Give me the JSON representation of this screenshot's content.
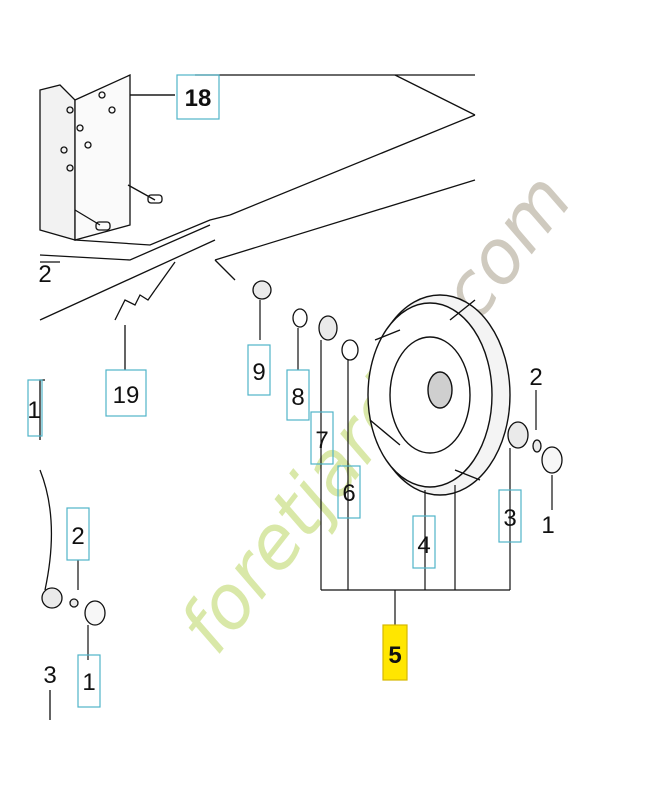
{
  "watermark": {
    "text_primary": "foretjardin",
    "text_suffix": ".com",
    "color_primary": "#d9e8a8",
    "color_accent": "#f3c9a0",
    "color_suffix": "#cfcabf"
  },
  "labels": {
    "p18": "18",
    "p2_left": "2",
    "p19": "19",
    "p9": "9",
    "p8": "8",
    "p7": "7",
    "p6": "6",
    "p4": "4",
    "p2_right": "2",
    "p3_right": "3",
    "p1_right": "1",
    "p5": "5",
    "p2_lower": "2",
    "p3_lower": "3",
    "p1_lower": "1",
    "p_edge": "1"
  },
  "highlight_color": "#ffe600",
  "box_color": "#4fb3c9"
}
